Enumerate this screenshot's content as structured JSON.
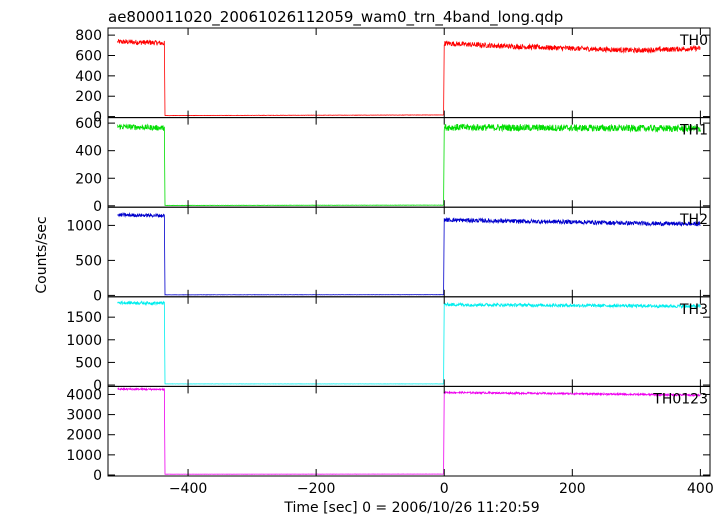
{
  "chart_data": {
    "type": "line",
    "title": "ae800011020_20061026112059_wam0_trn_4band_long.qdp",
    "xlabel": "Time [sec] 0 = 2006/10/26 11:20:59",
    "ylabel": "Counts/sec",
    "xlim": [
      -525,
      415
    ],
    "xticks": [
      -400,
      -200,
      0,
      200,
      400
    ],
    "xtick_labels": [
      "−400",
      "−200",
      "0",
      "200",
      "400"
    ],
    "grid": false,
    "panels": [
      {
        "label": "TH0",
        "color": "#ff0000",
        "ylim": [
          -10,
          870
        ],
        "yticks": [
          0,
          200,
          400,
          600,
          800
        ],
        "segments": [
          {
            "x": [
              -510,
              -480,
              -450,
              -437
            ],
            "y": [
              735,
              730,
              725,
              720
            ],
            "noise": 25
          },
          {
            "x": [
              -436,
              -300,
              -150,
              -1
            ],
            "y": [
              10,
              12,
              14,
              16
            ],
            "noise": 1.5
          },
          {
            "x": [
              0,
              100,
              200,
              300,
              400
            ],
            "y": [
              720,
              690,
              670,
              650,
              670
            ],
            "noise": 25
          }
        ]
      },
      {
        "label": "TH1",
        "color": "#00dd00",
        "ylim": [
          -10,
          640
        ],
        "yticks": [
          0,
          200,
          400,
          600
        ],
        "segments": [
          {
            "x": [
              -510,
              -437
            ],
            "y": [
              575,
              565
            ],
            "noise": 20
          },
          {
            "x": [
              -436,
              -1
            ],
            "y": [
              3,
              5
            ],
            "noise": 1
          },
          {
            "x": [
              0,
              200,
              400
            ],
            "y": [
              570,
              565,
              560
            ],
            "noise": 25
          }
        ]
      },
      {
        "label": "TH2",
        "color": "#0000cc",
        "ylim": [
          -20,
          1260
        ],
        "yticks": [
          0,
          500,
          1000
        ],
        "segments": [
          {
            "x": [
              -510,
              -437
            ],
            "y": [
              1150,
              1140
            ],
            "noise": 25
          },
          {
            "x": [
              -436,
              -1
            ],
            "y": [
              8,
              10
            ],
            "noise": 1.5
          },
          {
            "x": [
              0,
              100,
              200,
              300,
              400
            ],
            "y": [
              1080,
              1060,
              1050,
              1030,
              1020
            ],
            "noise": 30
          }
        ]
      },
      {
        "label": "TH3",
        "color": "#00eeee",
        "ylim": [
          -30,
          1950
        ],
        "yticks": [
          0,
          500,
          1000,
          1500
        ],
        "segments": [
          {
            "x": [
              -510,
              -437
            ],
            "y": [
              1820,
              1810
            ],
            "noise": 35
          },
          {
            "x": [
              -436,
              -1
            ],
            "y": [
              25,
              25
            ],
            "noise": 2
          },
          {
            "x": [
              0,
              200,
              400
            ],
            "y": [
              1780,
              1760,
              1740
            ],
            "noise": 35
          }
        ]
      },
      {
        "label": "TH0123",
        "color": "#ee00ee",
        "ylim": [
          -50,
          4400
        ],
        "yticks": [
          0,
          1000,
          2000,
          3000,
          4000
        ],
        "segments": [
          {
            "x": [
              -510,
              -437
            ],
            "y": [
              4270,
              4250
            ],
            "noise": 45
          },
          {
            "x": [
              -436,
              -1
            ],
            "y": [
              40,
              45
            ],
            "noise": 3
          },
          {
            "x": [
              0,
              200,
              400
            ],
            "y": [
              4100,
              4040,
              3960
            ],
            "noise": 45
          }
        ]
      }
    ]
  }
}
